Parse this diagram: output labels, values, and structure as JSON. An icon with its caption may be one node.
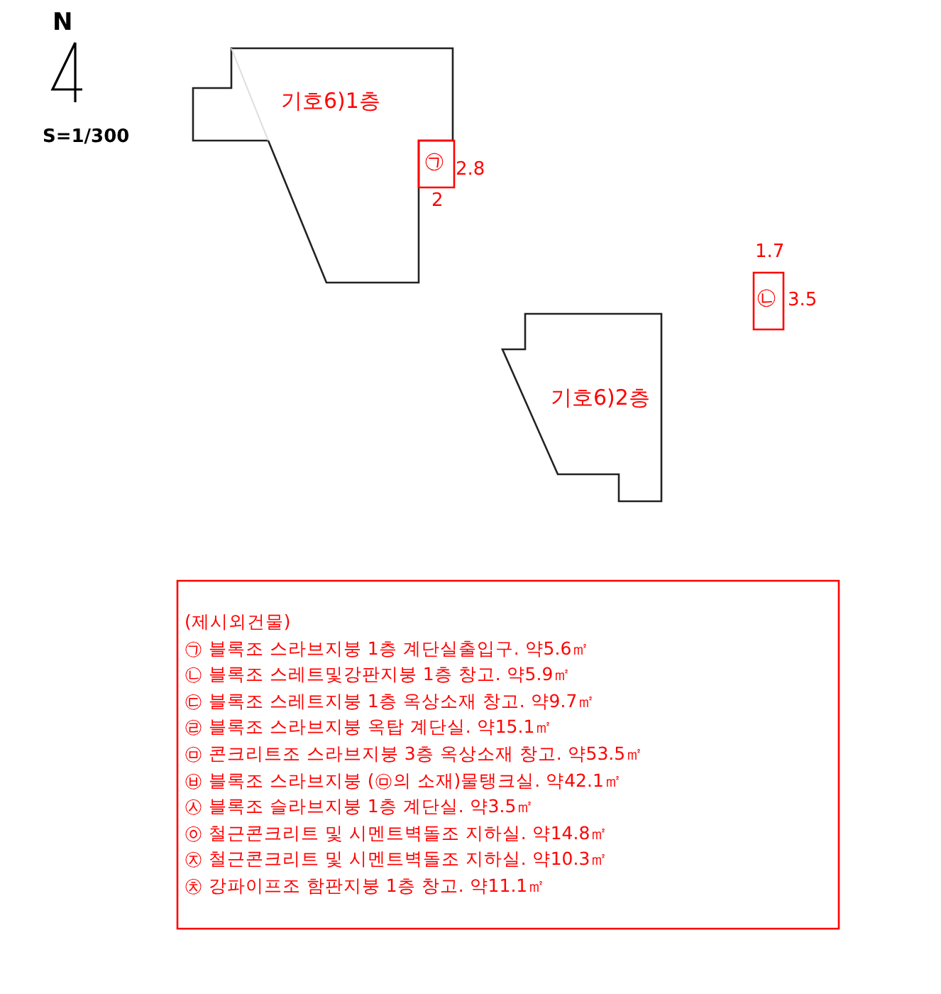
{
  "diagram": {
    "nodes": [
      {
        "text": [
          "기호6)1층"
        ]
      },
      {
        "text": [
          "㉠"
        ]
      },
      {
        "text": [
          "기호6)2층"
        ]
      },
      {
        "text": [
          "㉡"
        ]
      },
      {
        "text": [
          "(제시외건물)",
          "㉠ 블록조 스라브지붕 1층 계단실출입구. 약5.6㎡",
          "㉡ 블록조 스레트및강판지붕 1층 창고. 약5.9㎡",
          "㉢ 블록조 스레트지붕 1층 옥상소재 창고. 약9.7㎡",
          "㉣ 블록조 스라브지붕 옥탑 계단실. 약15.1㎡",
          "㉤ 콘크리트조 스라브지붕 3층 옥상소재 창고. 약53.5㎡",
          "㉥ 블록조 스라브지붕 (㉤의 소재)물탱크실. 약42.1㎡",
          "㉦ 블록조 슬라브지붕 1층 계단실. 약3.5㎡",
          "㉧ 철근콘크리트 및 시멘트벽돌조 지하실. 약14.8㎡",
          "㉨ 철근콘크리트 및 시멘트벽돌조 지하실. 약10.3㎡",
          "㉩ 강파이프조 함판지붕 1층 창고. 약11.1㎡"
        ]
      }
    ],
    "labels": [
      "N",
      "S=1/300",
      "2.8",
      "2",
      "1.7",
      "3.5"
    ]
  }
}
